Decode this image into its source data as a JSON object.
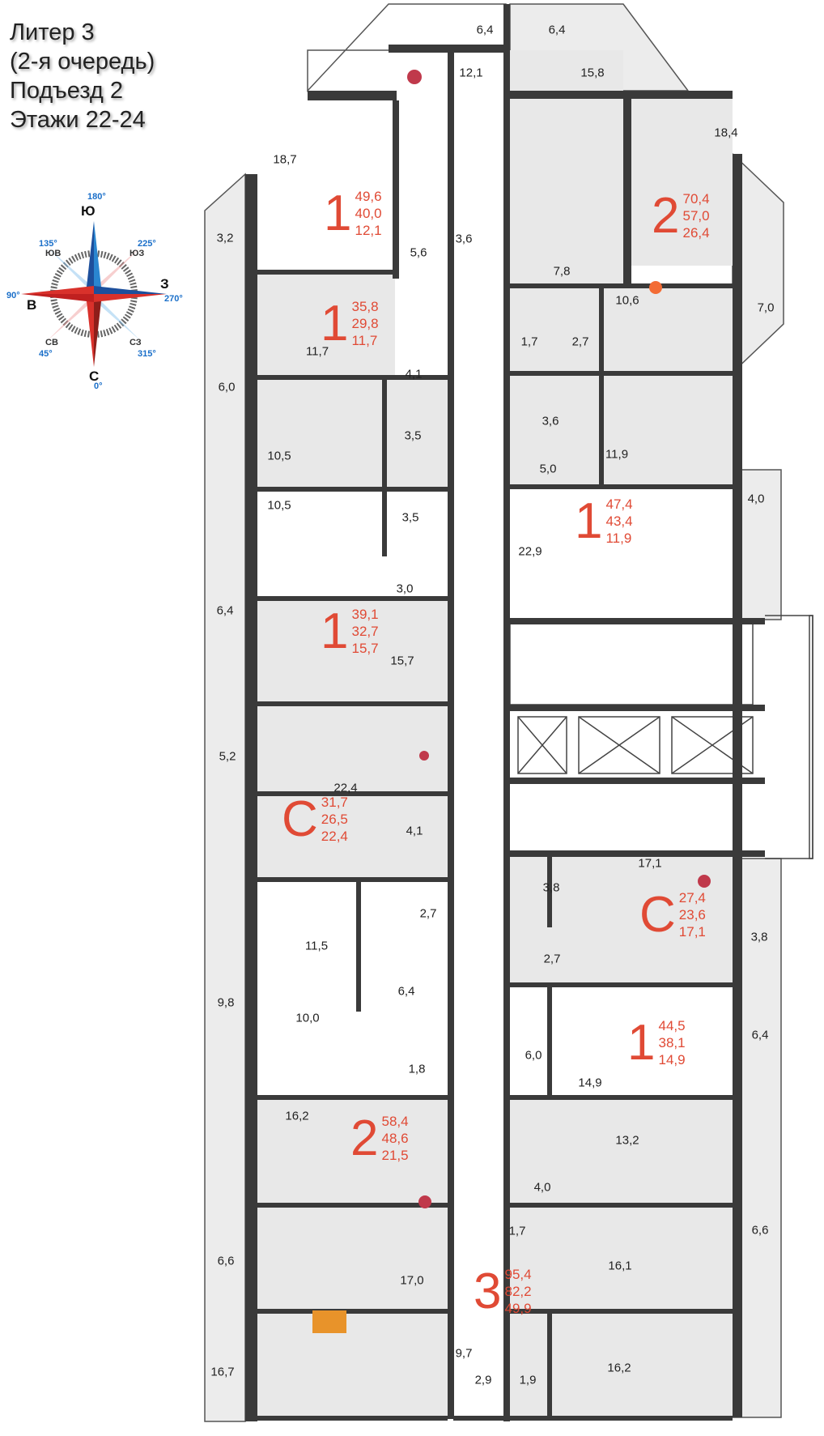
{
  "header": {
    "lines": [
      "Литер 3",
      "(2-я очередь)",
      "Подъезд 2",
      "Этажи 22-24"
    ]
  },
  "compass": {
    "directions": {
      "north": "С",
      "south": "Ю",
      "east": "В",
      "west": "З"
    },
    "degrees": {
      "north": "0°",
      "south": "180°",
      "east": "90°",
      "west": "270°"
    },
    "intermediate": [
      {
        "label": "ЮВ",
        "deg": "135°"
      },
      {
        "label": "ЮЗ",
        "deg": "225°"
      },
      {
        "label": "СВ",
        "deg": "45°"
      },
      {
        "label": "СЗ",
        "deg": "315°"
      }
    ],
    "colors": {
      "red": "#d9312b",
      "blue": "#1d4f9c"
    }
  },
  "apartments": [
    {
      "rooms": "1",
      "total": "49,6",
      "living": "40,0",
      "kitchen": "12,1"
    },
    {
      "rooms": "2",
      "total": "70,4",
      "living": "57,0",
      "kitchen": "26,4"
    },
    {
      "rooms": "1",
      "total": "35,8",
      "living": "29,8",
      "kitchen": "11,7"
    },
    {
      "rooms": "1",
      "total": "47,4",
      "living": "43,4",
      "kitchen": "11,9"
    },
    {
      "rooms": "1",
      "total": "39,1",
      "living": "32,7",
      "kitchen": "15,7"
    },
    {
      "rooms": "С",
      "total": "31,7",
      "living": "26,5",
      "kitchen": "22,4"
    },
    {
      "rooms": "С",
      "total": "27,4",
      "living": "23,6",
      "kitchen": "17,1"
    },
    {
      "rooms": "1",
      "total": "44,5",
      "living": "38,1",
      "kitchen": "14,9"
    },
    {
      "rooms": "2",
      "total": "58,4",
      "living": "48,6",
      "kitchen": "21,5"
    },
    {
      "rooms": "3",
      "total": "95,4",
      "living": "82,2",
      "kitchen": "49,9"
    }
  ],
  "room_areas": [
    "6,4",
    "12,1",
    "18,7",
    "3,2",
    "5,6",
    "3,6",
    "11,7",
    "6,0",
    "4,1",
    "3,5",
    "10,5",
    "10,5",
    "3,5",
    "3,0",
    "6,4",
    "15,7",
    "5,2",
    "22,4",
    "4,1",
    "2,7",
    "11,5",
    "6,4",
    "9,8",
    "10,0",
    "1,8",
    "16,2",
    "6,6",
    "17,0",
    "16,7",
    "9,7",
    "2,9",
    "1,9",
    "1,7",
    "6,4",
    "15,8",
    "18,4",
    "7,8",
    "10,6",
    "7,0",
    "1,7",
    "2,7",
    "3,6",
    "11,9",
    "5,0",
    "4,0",
    "22,9",
    "17,1",
    "3,8",
    "3,8",
    "2,7",
    "6,0",
    "6,4",
    "14,9",
    "13,2",
    "4,0",
    "16,1",
    "6,6",
    "16,2"
  ],
  "colors": {
    "accent": "#e04a35",
    "wall": "#3a3a3a",
    "floor": "#e8e8e8"
  }
}
